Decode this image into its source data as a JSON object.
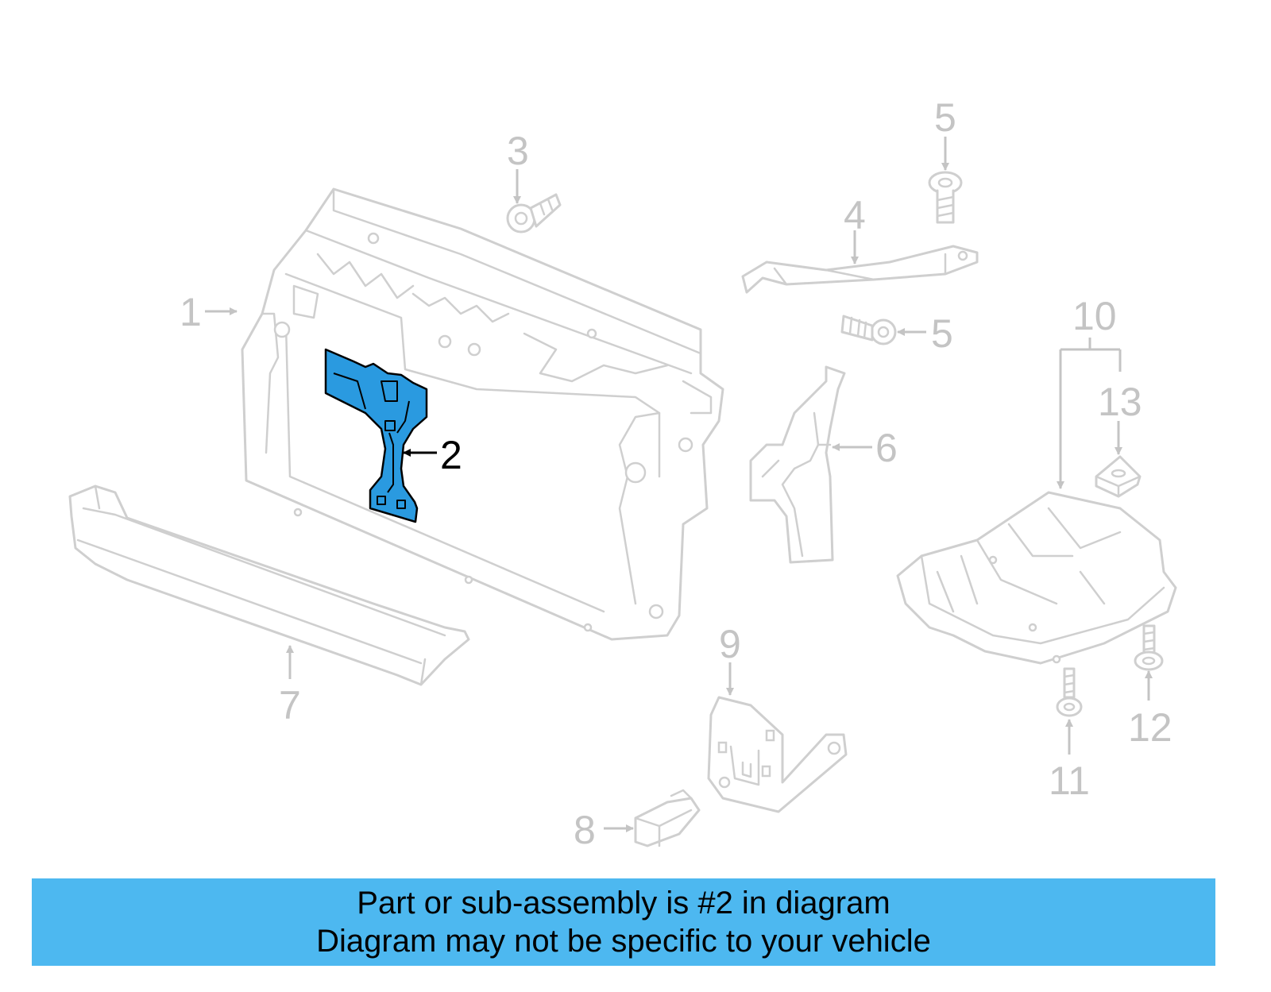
{
  "callouts": {
    "c1": "1",
    "c2": "2",
    "c3": "3",
    "c4": "4",
    "c5a": "5",
    "c5b": "5",
    "c6": "6",
    "c7": "7",
    "c8": "8",
    "c9": "9",
    "c10": "10",
    "c11": "11",
    "c12": "12",
    "c13": "13"
  },
  "highlight": {
    "part_number": "2",
    "fill_color": "#2a9ae0"
  },
  "colors": {
    "linework": "#cfcfcf",
    "banner": "#4db8f0"
  },
  "banner": {
    "line1": "Part or sub-assembly is #2 in diagram",
    "line2": "Diagram may not be specific to your vehicle"
  }
}
